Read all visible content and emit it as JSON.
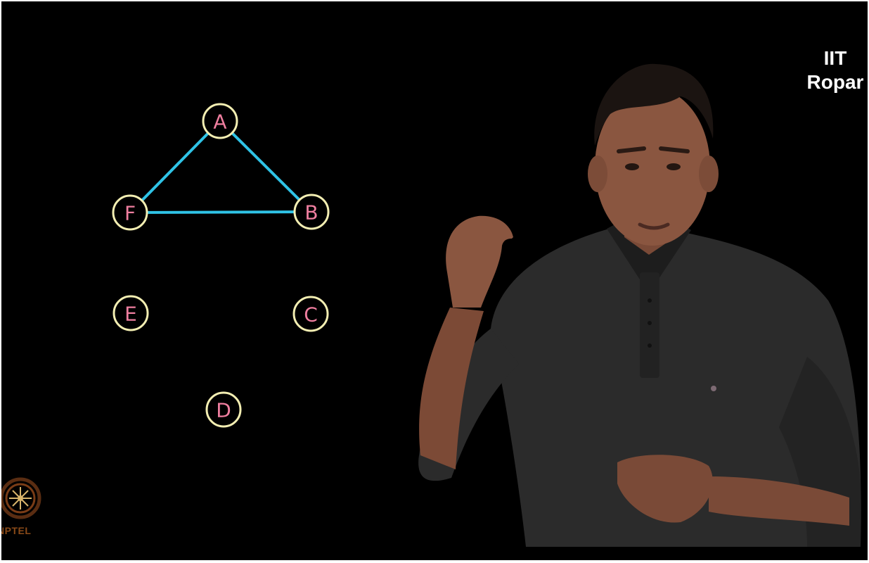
{
  "graph": {
    "nodes": [
      {
        "id": "A",
        "label": "A"
      },
      {
        "id": "B",
        "label": "B"
      },
      {
        "id": "C",
        "label": "C"
      },
      {
        "id": "D",
        "label": "D"
      },
      {
        "id": "E",
        "label": "E"
      },
      {
        "id": "F",
        "label": "F"
      }
    ],
    "edges": [
      {
        "from": "A",
        "to": "B"
      },
      {
        "from": "A",
        "to": "F"
      },
      {
        "from": "F",
        "to": "B"
      }
    ],
    "colors": {
      "edge": "#2fc3e6",
      "node_outline": "#f3eeb2",
      "node_label": "#f07fa0"
    }
  },
  "branding": {
    "institute_line1": "IIT",
    "institute_line2": "Ropar",
    "logo_text": "NPTEL"
  },
  "presenter": {
    "icon": "presenter-photo"
  }
}
